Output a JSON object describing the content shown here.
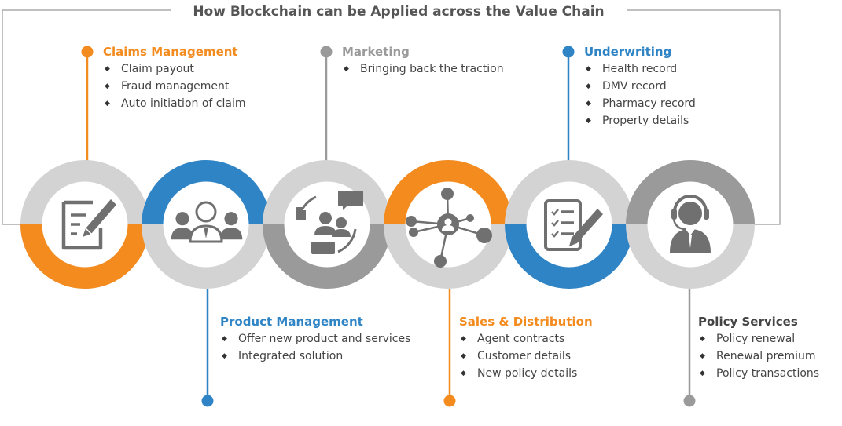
{
  "title": "How Blockchain can be Applied across the Value Chain",
  "colors": {
    "orange": "#f38b1f",
    "blue": "#2f84c6",
    "grey": "#9a9a9a",
    "light_grey": "#d3d3d3",
    "dark_grey": "#707070",
    "text": "#444444"
  },
  "stages": [
    {
      "icon": "document-pen-icon",
      "color": "orange"
    },
    {
      "icon": "team-icon",
      "color": "blue"
    },
    {
      "icon": "social-media-icon",
      "color": "grey"
    },
    {
      "icon": "network-icon",
      "color": "orange"
    },
    {
      "icon": "checklist-pen-icon",
      "color": "blue"
    },
    {
      "icon": "headset-agent-icon",
      "color": "grey"
    }
  ],
  "top_blocks": [
    {
      "key": "claims",
      "heading": "Claims Management",
      "color": "orange",
      "items": [
        "Claim payout",
        "Fraud management",
        "Auto initiation of claim"
      ]
    },
    {
      "key": "marketing",
      "heading": "Marketing",
      "color": "grey",
      "items": [
        "Bringing back the traction"
      ]
    },
    {
      "key": "underwriting",
      "heading": "Underwriting",
      "color": "blue",
      "items": [
        "Health record",
        "DMV record",
        "Pharmacy record",
        "Property details"
      ]
    }
  ],
  "bottom_blocks": [
    {
      "key": "product",
      "heading": "Product Management",
      "color": "blue",
      "items": [
        "Offer new product and services",
        "Integrated solution"
      ]
    },
    {
      "key": "sales",
      "heading": "Sales & Distribution",
      "color": "orange",
      "items": [
        "Agent contracts",
        "Customer details",
        "New policy details"
      ]
    },
    {
      "key": "policy",
      "heading": "Policy Services",
      "color": "dark",
      "items": [
        "Policy renewal",
        "Renewal premium",
        "Policy transactions"
      ]
    }
  ]
}
